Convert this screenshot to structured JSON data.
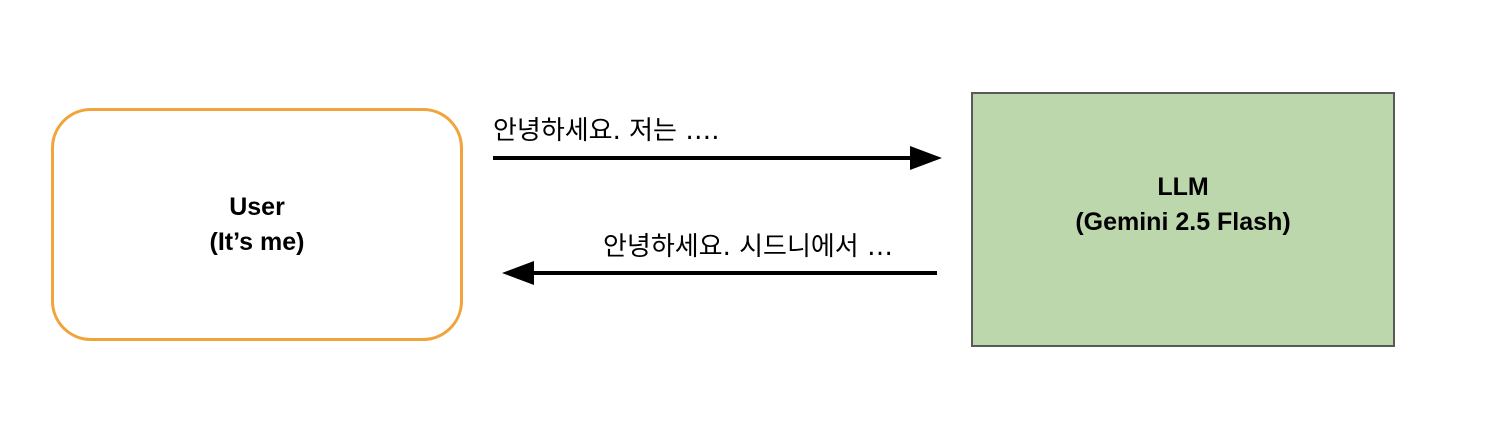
{
  "nodes": {
    "user": {
      "title": "User",
      "subtitle": "(It’s me)",
      "border_color": "#f0a43a",
      "fill_color": "#ffffff"
    },
    "llm": {
      "title": "LLM",
      "subtitle": "(Gemini 2.5 Flash)",
      "border_color": "#595959",
      "fill_color": "#bcd7ac"
    }
  },
  "edges": {
    "request": {
      "from": "user",
      "to": "llm",
      "label": "안녕하세요. 저는 …."
    },
    "response": {
      "from": "llm",
      "to": "user",
      "label": "안녕하세요. 시드니에서 …"
    }
  }
}
